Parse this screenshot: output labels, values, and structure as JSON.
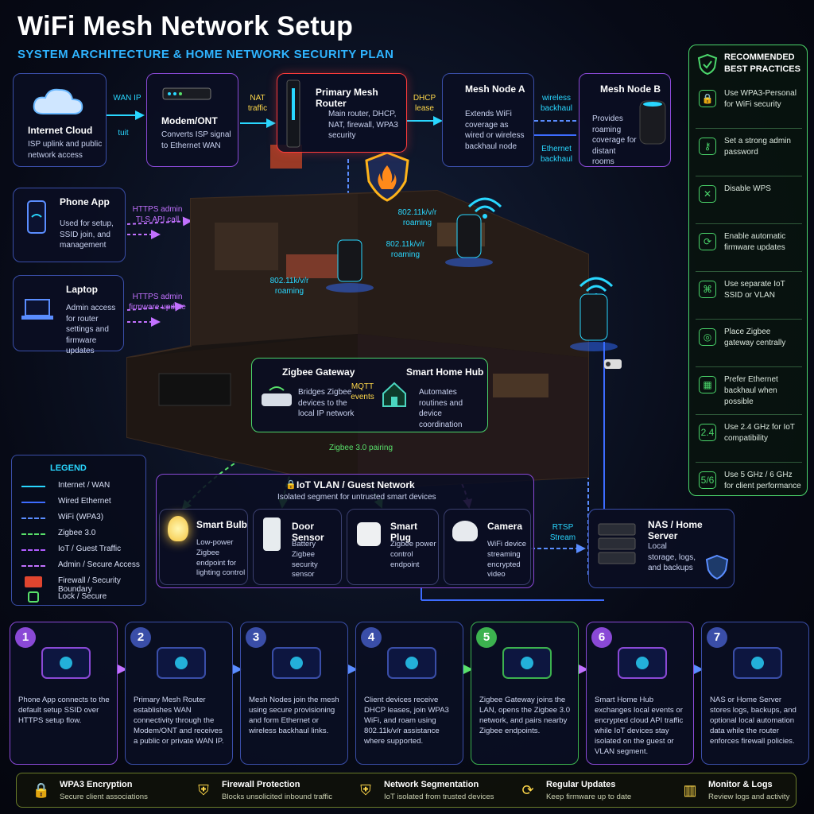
{
  "header": {
    "title": "WiFi Mesh Network Setup",
    "subtitle": "SYSTEM ARCHITECTURE & HOME NETWORK SECURITY PLAN"
  },
  "top": {
    "internet": {
      "title": "Internet Cloud",
      "desc": "ISP uplink and public network access"
    },
    "modem": {
      "title": "Modem/ONT",
      "desc": "Converts ISP signal to Ethernet WAN"
    },
    "router": {
      "title": "Primary Mesh Router",
      "desc": "Main router, DHCP, NAT, firewall, WPA3 security"
    },
    "nodeA": {
      "title": "Mesh Node A",
      "desc": "Extends WiFi coverage as wired or wireless backhaul node"
    },
    "nodeB": {
      "title": "Mesh Node B",
      "desc": "Provides roaming coverage for distant rooms"
    }
  },
  "labels": {
    "wan_ip": "WAN IP",
    "lan": "tuit",
    "nat": "NAT traffic",
    "dhcp": "DHCP lease",
    "wireless_backhaul": "wireless backhaul",
    "ethernet_backhaul": "Ethernet backhaul",
    "https_tls": "HTTPS admin TLS API call",
    "https_fw": "HTTPS admin firmware update",
    "roaming1": "802.11k/v/r roaming",
    "roaming2": "802.11k/v/r roaming",
    "roaming3": "802.11k/v/r roaming",
    "mqtt": "MQTT events",
    "zigbee_pairing": "Zigbee 3.0 pairing",
    "rtsp": "RTSP Stream"
  },
  "clients": {
    "phone": {
      "title": "Phone App",
      "desc": "Used for setup, SSID join, and management"
    },
    "laptop": {
      "title": "Laptop",
      "desc": "Admin access for router settings and firmware updates"
    }
  },
  "hub": {
    "zigbee": {
      "title": "Zigbee Gateway",
      "desc": "Bridges Zigbee devices to the local IP network"
    },
    "smart": {
      "title": "Smart Home Hub",
      "desc": "Automates routines and device coordination"
    }
  },
  "iot": {
    "title": "IoT VLAN / Guest Network",
    "subtitle": "Isolated segment for untrusted smart devices",
    "devices": [
      {
        "title": "Smart Bulb",
        "desc": "Low-power Zigbee endpoint for lighting control"
      },
      {
        "title": "Door Sensor",
        "desc": "Battery Zigbee security sensor"
      },
      {
        "title": "Smart Plug",
        "desc": "Zigbee power control endpoint"
      },
      {
        "title": "Camera",
        "desc": "WiFi device streaming encrypted video"
      }
    ]
  },
  "nas": {
    "title": "NAS / Home Server",
    "desc": "Local storage, logs, and backups"
  },
  "best": {
    "title": "RECOMMENDED BEST PRACTICES",
    "items": [
      {
        "icon": "lock-icon",
        "glyph": "🔒",
        "text": "Use WPA3-Personal for WiFi security"
      },
      {
        "icon": "key-icon",
        "glyph": "⚷",
        "text": "Set a strong admin password"
      },
      {
        "icon": "disable-icon",
        "glyph": "✕",
        "text": "Disable WPS"
      },
      {
        "icon": "refresh-icon",
        "glyph": "⟳",
        "text": "Enable automatic firmware updates"
      },
      {
        "icon": "network-icon",
        "glyph": "⌘",
        "text": "Use separate IoT SSID or VLAN"
      },
      {
        "icon": "target-icon",
        "glyph": "◎",
        "text": "Place Zigbee gateway centrally"
      },
      {
        "icon": "ethernet-icon",
        "glyph": "▦",
        "text": "Prefer Ethernet backhaul when possible"
      },
      {
        "icon": "band-24-icon",
        "glyph": "2.4",
        "text": "Use 2.4 GHz for IoT compatibility"
      },
      {
        "icon": "band-56-icon",
        "glyph": "5/6",
        "text": "Use 5 GHz / 6 GHz for client performance"
      }
    ]
  },
  "legend": {
    "title": "LEGEND",
    "items": [
      {
        "label": "Internet / WAN",
        "color": "#29d7ff",
        "style": "solid"
      },
      {
        "label": "Wired Ethernet",
        "color": "#3d6cff",
        "style": "solid"
      },
      {
        "label": "WiFi (WPA3)",
        "color": "#5a8dff",
        "style": "dashed"
      },
      {
        "label": "Zigbee 3.0",
        "color": "#58e06a",
        "style": "dashed"
      },
      {
        "label": "IoT / Guest Traffic",
        "color": "#b05cff",
        "style": "dashed"
      },
      {
        "label": "Admin / Secure Access",
        "color": "#c271ff",
        "style": "arrow"
      },
      {
        "label": "Firewall / Security Boundary",
        "color": "#e0452f",
        "style": "brick"
      },
      {
        "label": "Lock / Secure",
        "color": "#58e06a",
        "style": "lock"
      }
    ]
  },
  "steps": [
    {
      "num": "1",
      "color": "#8a49d6",
      "text": "Phone App connects to the default setup SSID over HTTPS setup flow."
    },
    {
      "num": "2",
      "color": "#3a4ea8",
      "text": "Primary Mesh Router establishes WAN connectivity through the Modem/ONT and receives a public or private WAN IP."
    },
    {
      "num": "3",
      "color": "#3a4ea8",
      "text": "Mesh Nodes join the mesh using secure provisioning and form Ethernet or wireless backhaul links."
    },
    {
      "num": "4",
      "color": "#3a4ea8",
      "text": "Client devices receive DHCP leases, join WPA3 WiFi, and roam using 802.11k/v/r assistance where supported."
    },
    {
      "num": "5",
      "color": "#3cb24f",
      "text": "Zigbee Gateway joins the LAN, opens the Zigbee 3.0 network, and pairs nearby Zigbee endpoints."
    },
    {
      "num": "6",
      "color": "#8a49d6",
      "text": "Smart Home Hub exchanges local events or encrypted cloud API traffic while IoT devices stay isolated on the guest or VLAN segment."
    },
    {
      "num": "7",
      "color": "#3a4ea8",
      "text": "NAS or Home Server stores logs, backups, and optional local automation data while the router enforces firewall policies."
    }
  ],
  "footer": [
    {
      "icon": "lock-icon",
      "glyph": "🔒",
      "title": "WPA3 Encryption",
      "desc": "Secure client associations"
    },
    {
      "icon": "shield-icon",
      "glyph": "⛨",
      "title": "Firewall Protection",
      "desc": "Blocks unsolicited inbound traffic"
    },
    {
      "icon": "segment-shield-icon",
      "glyph": "⛨",
      "title": "Network Segmentation",
      "desc": "IoT isolated from trusted devices"
    },
    {
      "icon": "update-icon",
      "glyph": "⟳",
      "title": "Regular Updates",
      "desc": "Keep firmware up to date"
    },
    {
      "icon": "chart-icon",
      "glyph": "▥",
      "title": "Monitor & Logs",
      "desc": "Review logs and activity"
    }
  ]
}
